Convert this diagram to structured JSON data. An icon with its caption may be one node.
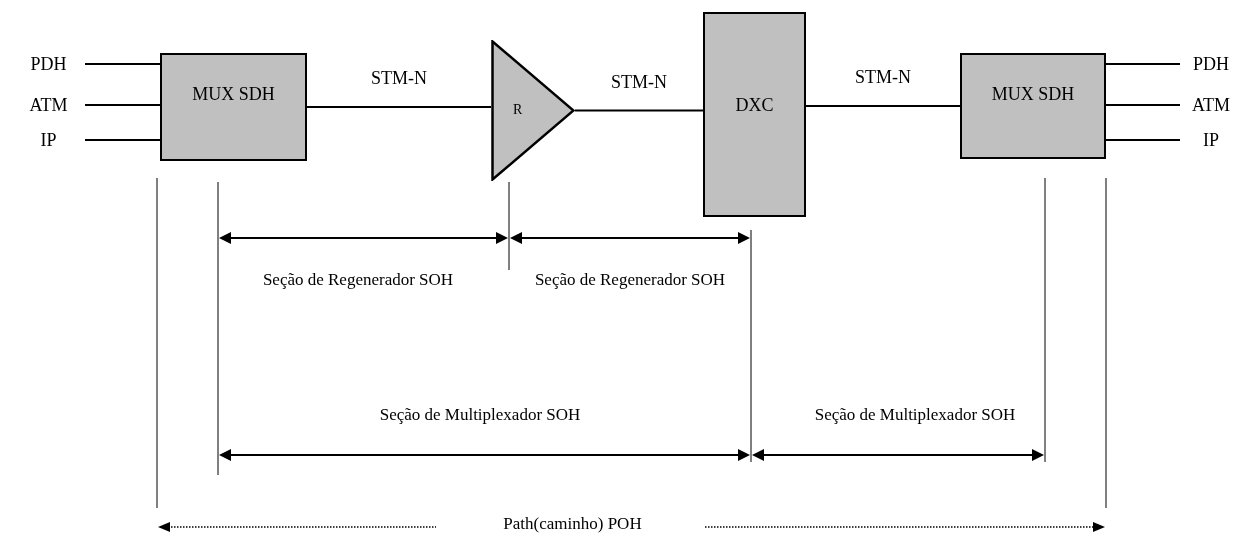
{
  "diagram": {
    "nodes": [
      {
        "text": [
          "PDH"
        ]
      },
      {
        "text": [
          "ATM"
        ]
      },
      {
        "text": [
          "IP"
        ]
      },
      {
        "text": [
          "MUX SDH"
        ]
      },
      {
        "text": [
          "R"
        ]
      },
      {
        "text": [
          "DXC"
        ]
      },
      {
        "text": [
          "MUX SDH"
        ]
      },
      {
        "text": [
          "PDH"
        ]
      },
      {
        "text": [
          "ATM"
        ]
      },
      {
        "text": [
          "IP"
        ]
      }
    ],
    "edges": [
      {
        "from": 0,
        "to": 3,
        "arrow": "none"
      },
      {
        "from": 1,
        "to": 3,
        "arrow": "none"
      },
      {
        "from": 2,
        "to": 3,
        "arrow": "none"
      },
      {
        "from": 3,
        "to": 4,
        "arrow": "none",
        "label": "STM-N"
      },
      {
        "from": 4,
        "to": 5,
        "arrow": "none",
        "label": "STM-N"
      },
      {
        "from": 5,
        "to": 6,
        "arrow": "none",
        "label": "STM-N"
      },
      {
        "from": 6,
        "to": 7,
        "arrow": "none"
      },
      {
        "from": 6,
        "to": 8,
        "arrow": "none"
      },
      {
        "from": 6,
        "to": 9,
        "arrow": "none"
      }
    ],
    "labels": [
      "Seção de Regenerador SOH",
      "Seção de Regenerador SOH",
      "Seção de Multiplexador SOH",
      "Seção de Multiplexador SOH",
      "Path(caminho) POH"
    ]
  }
}
